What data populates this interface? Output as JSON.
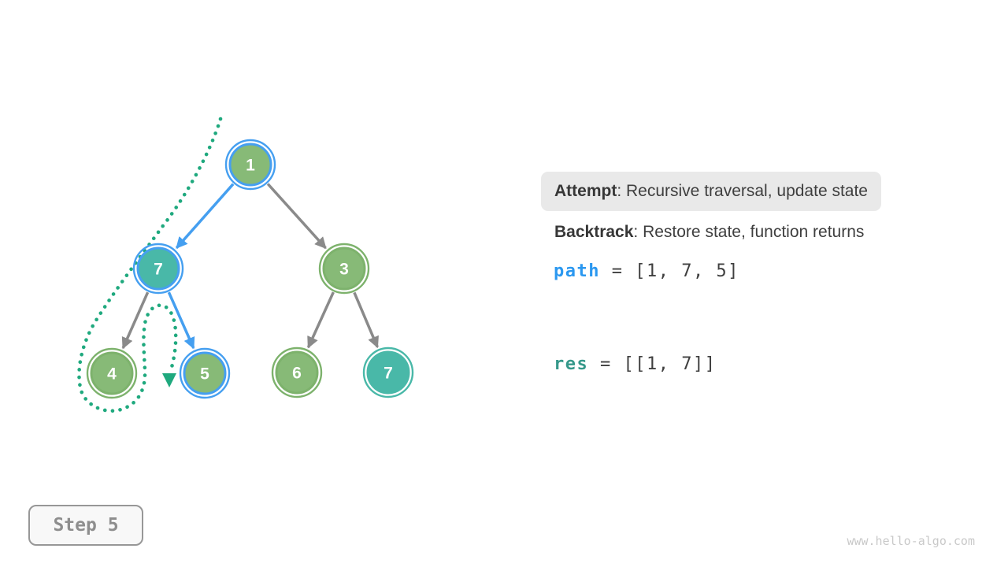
{
  "panel": {
    "attempt_label": "Attempt",
    "attempt_text": ": Recursive traversal, update state",
    "backtrack_label": "Backtrack",
    "backtrack_text": ": Restore state, function returns",
    "path_var": "path",
    "path_value": " = [1, 7, 5]",
    "res_var": "res",
    "res_value": " = [[1, 7]]"
  },
  "step_badge": {
    "label": "Step 5"
  },
  "watermark": "www.hello-algo.com",
  "colors": {
    "green_fill": "#87ba77",
    "green_ring": "#7db26c",
    "teal_fill": "#49b8a8",
    "teal_ring": "#49b8a8",
    "blue_ring": "#459ff0",
    "blue_edge": "#459ff0",
    "gray_edge": "#8a8a8a",
    "trail": "#1fa97e",
    "path_text": "#2b98f0",
    "res_text": "#35988a"
  },
  "tree": {
    "nodes": [
      {
        "id": "n1",
        "label": "1",
        "fill": "green_fill",
        "ring": "blue_ring"
      },
      {
        "id": "n7l",
        "label": "7",
        "fill": "teal_fill",
        "ring": "blue_ring"
      },
      {
        "id": "n3",
        "label": "3",
        "fill": "green_fill",
        "ring": "green_ring"
      },
      {
        "id": "n4",
        "label": "4",
        "fill": "green_fill",
        "ring": "green_ring"
      },
      {
        "id": "n5",
        "label": "5",
        "fill": "green_fill",
        "ring": "blue_ring"
      },
      {
        "id": "n6",
        "label": "6",
        "fill": "green_fill",
        "ring": "green_ring"
      },
      {
        "id": "n7r",
        "label": "7",
        "fill": "teal_fill",
        "ring": "teal_ring"
      }
    ],
    "edges": [
      {
        "from": "n1",
        "to": "n7l",
        "color": "blue_edge"
      },
      {
        "from": "n1",
        "to": "n3",
        "color": "gray_edge"
      },
      {
        "from": "n7l",
        "to": "n4",
        "color": "gray_edge"
      },
      {
        "from": "n7l",
        "to": "n5",
        "color": "blue_edge"
      },
      {
        "from": "n3",
        "to": "n6",
        "color": "gray_edge"
      },
      {
        "from": "n3",
        "to": "n7r",
        "color": "gray_edge"
      }
    ],
    "trail": {
      "present": true,
      "arrow": "down"
    }
  }
}
